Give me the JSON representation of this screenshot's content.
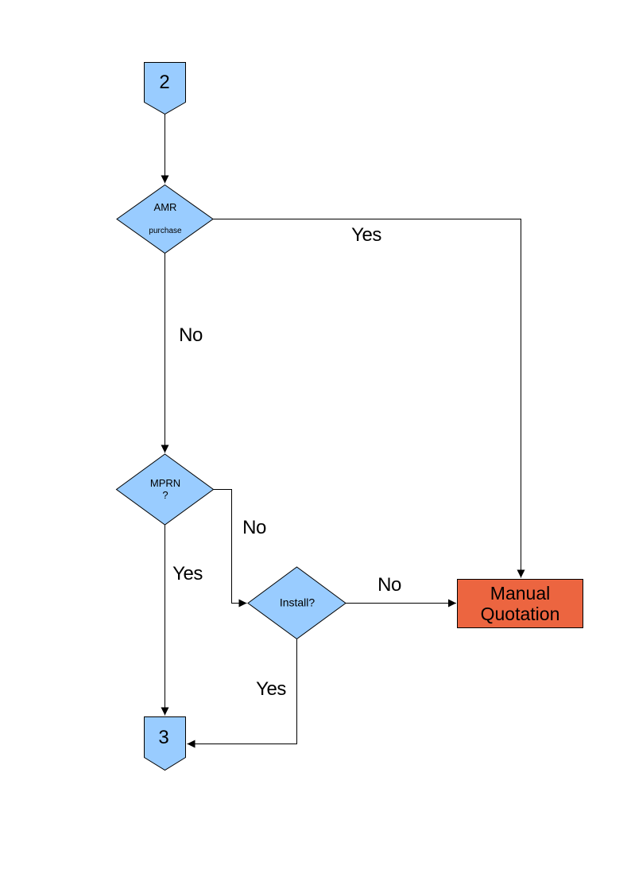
{
  "flowchart": {
    "nodes": {
      "start_connector": {
        "label": "2"
      },
      "amr": {
        "title": "AMR",
        "subtitle": "purchase"
      },
      "mprn": {
        "label": "MPRN\n?"
      },
      "install": {
        "label": "Install?"
      },
      "manual_quotation": {
        "label": "Manual Quotation"
      },
      "end_connector": {
        "label": "3"
      }
    },
    "edge_labels": {
      "amr_yes": "Yes",
      "amr_no": "No",
      "mprn_no": "No",
      "mprn_yes": "Yes",
      "install_no": "No",
      "install_yes": "Yes"
    },
    "colors": {
      "node_fill": "#99CCFF",
      "terminal_fill": "#EC6540",
      "line": "#000000"
    }
  }
}
